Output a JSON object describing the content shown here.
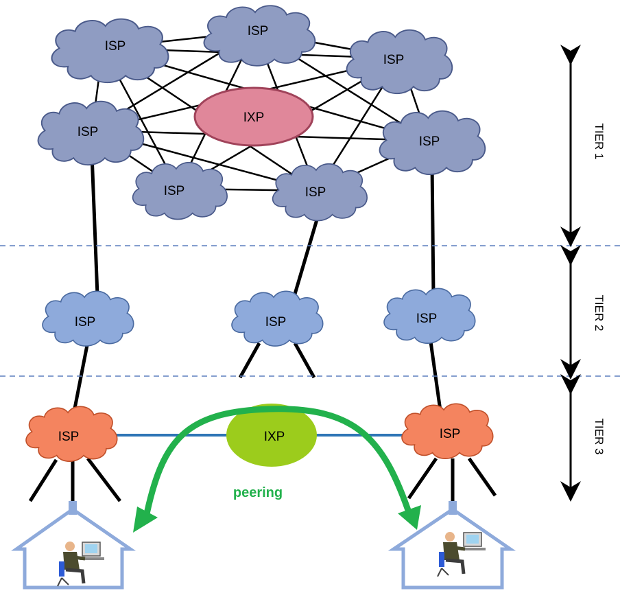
{
  "labels": {
    "isp": "ISP",
    "ixp": "IXP",
    "peering": "peering"
  },
  "tiers": {
    "tier1": "TIER 1",
    "tier2": "TIER 2",
    "tier3": "TIER 3"
  },
  "colors": {
    "tier1_cloud": "#8f9cc2",
    "tier2_cloud": "#8eaadb",
    "tier3_cloud": "#f4845f",
    "ixp_core": "#e0879a",
    "ixp_peering": "#9ccc1c",
    "peering_link": "#2e75b6",
    "peering_arrow": "#22b14c",
    "tier_divider": "#5b7fbe",
    "house": "#8eaadb"
  }
}
